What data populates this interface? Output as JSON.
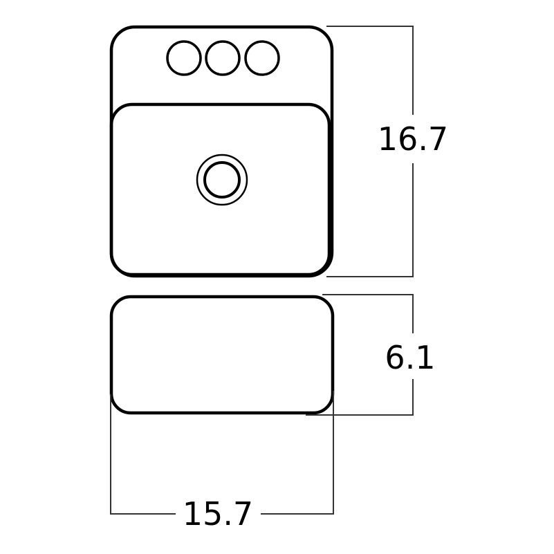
{
  "diagram": {
    "type": "technical-drawing",
    "subject": "rectangular vessel sink with three faucet holes",
    "colors": {
      "stroke": "#000000",
      "dimension_line": "#333333",
      "background": "#ffffff"
    },
    "views": {
      "top_view": {
        "faucet_holes": 3,
        "drain": "center drain with ring"
      },
      "side_view": {}
    },
    "dimensions": {
      "depth": {
        "label": "16.7"
      },
      "height": {
        "label": "6.1"
      },
      "width": {
        "label": "15.7"
      }
    }
  }
}
